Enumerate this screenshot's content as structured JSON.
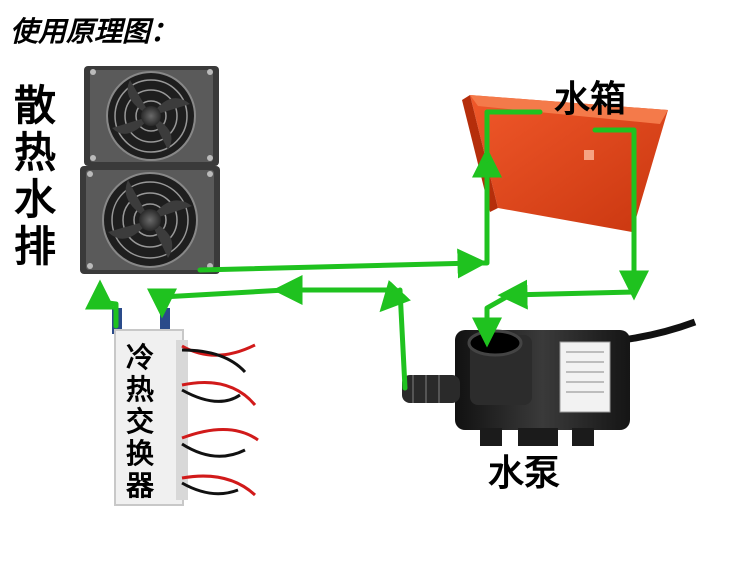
{
  "diagram": {
    "title": "使用原理图：",
    "radiator_label": "散热水排",
    "tank_label": "水箱",
    "pump_label": "水泵",
    "exchanger_label": "冷热交换器",
    "colors": {
      "flow_arrow": "#1fc21f",
      "tank": "#e0431a",
      "fan_frame": "#3a3a3a",
      "pump_body": "#1f1f1f",
      "exchanger_plate": "#f0f0f0",
      "wire_red": "#d11a1a",
      "wire_black": "#111111"
    },
    "icons": [
      "fan-icon",
      "water-pump-icon",
      "water-tank-icon",
      "heat-exchanger-icon"
    ]
  }
}
